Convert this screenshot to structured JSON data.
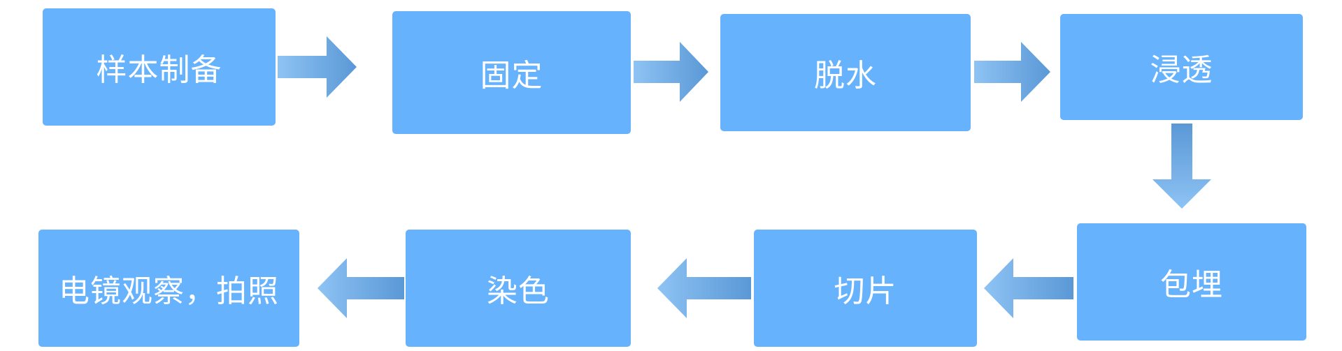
{
  "colors": {
    "box_fill": "#66b2fd",
    "box_text": "#ffffff",
    "arrow_light": "#8ec3f4",
    "arrow_dark": "#5a98d6"
  },
  "steps": [
    {
      "label": "样本制备"
    },
    {
      "label": "固定"
    },
    {
      "label": "脱水"
    },
    {
      "label": "浸透"
    },
    {
      "label": "包埋"
    },
    {
      "label": "切片"
    },
    {
      "label": "染色"
    },
    {
      "label": "电镜观察，拍照"
    }
  ]
}
